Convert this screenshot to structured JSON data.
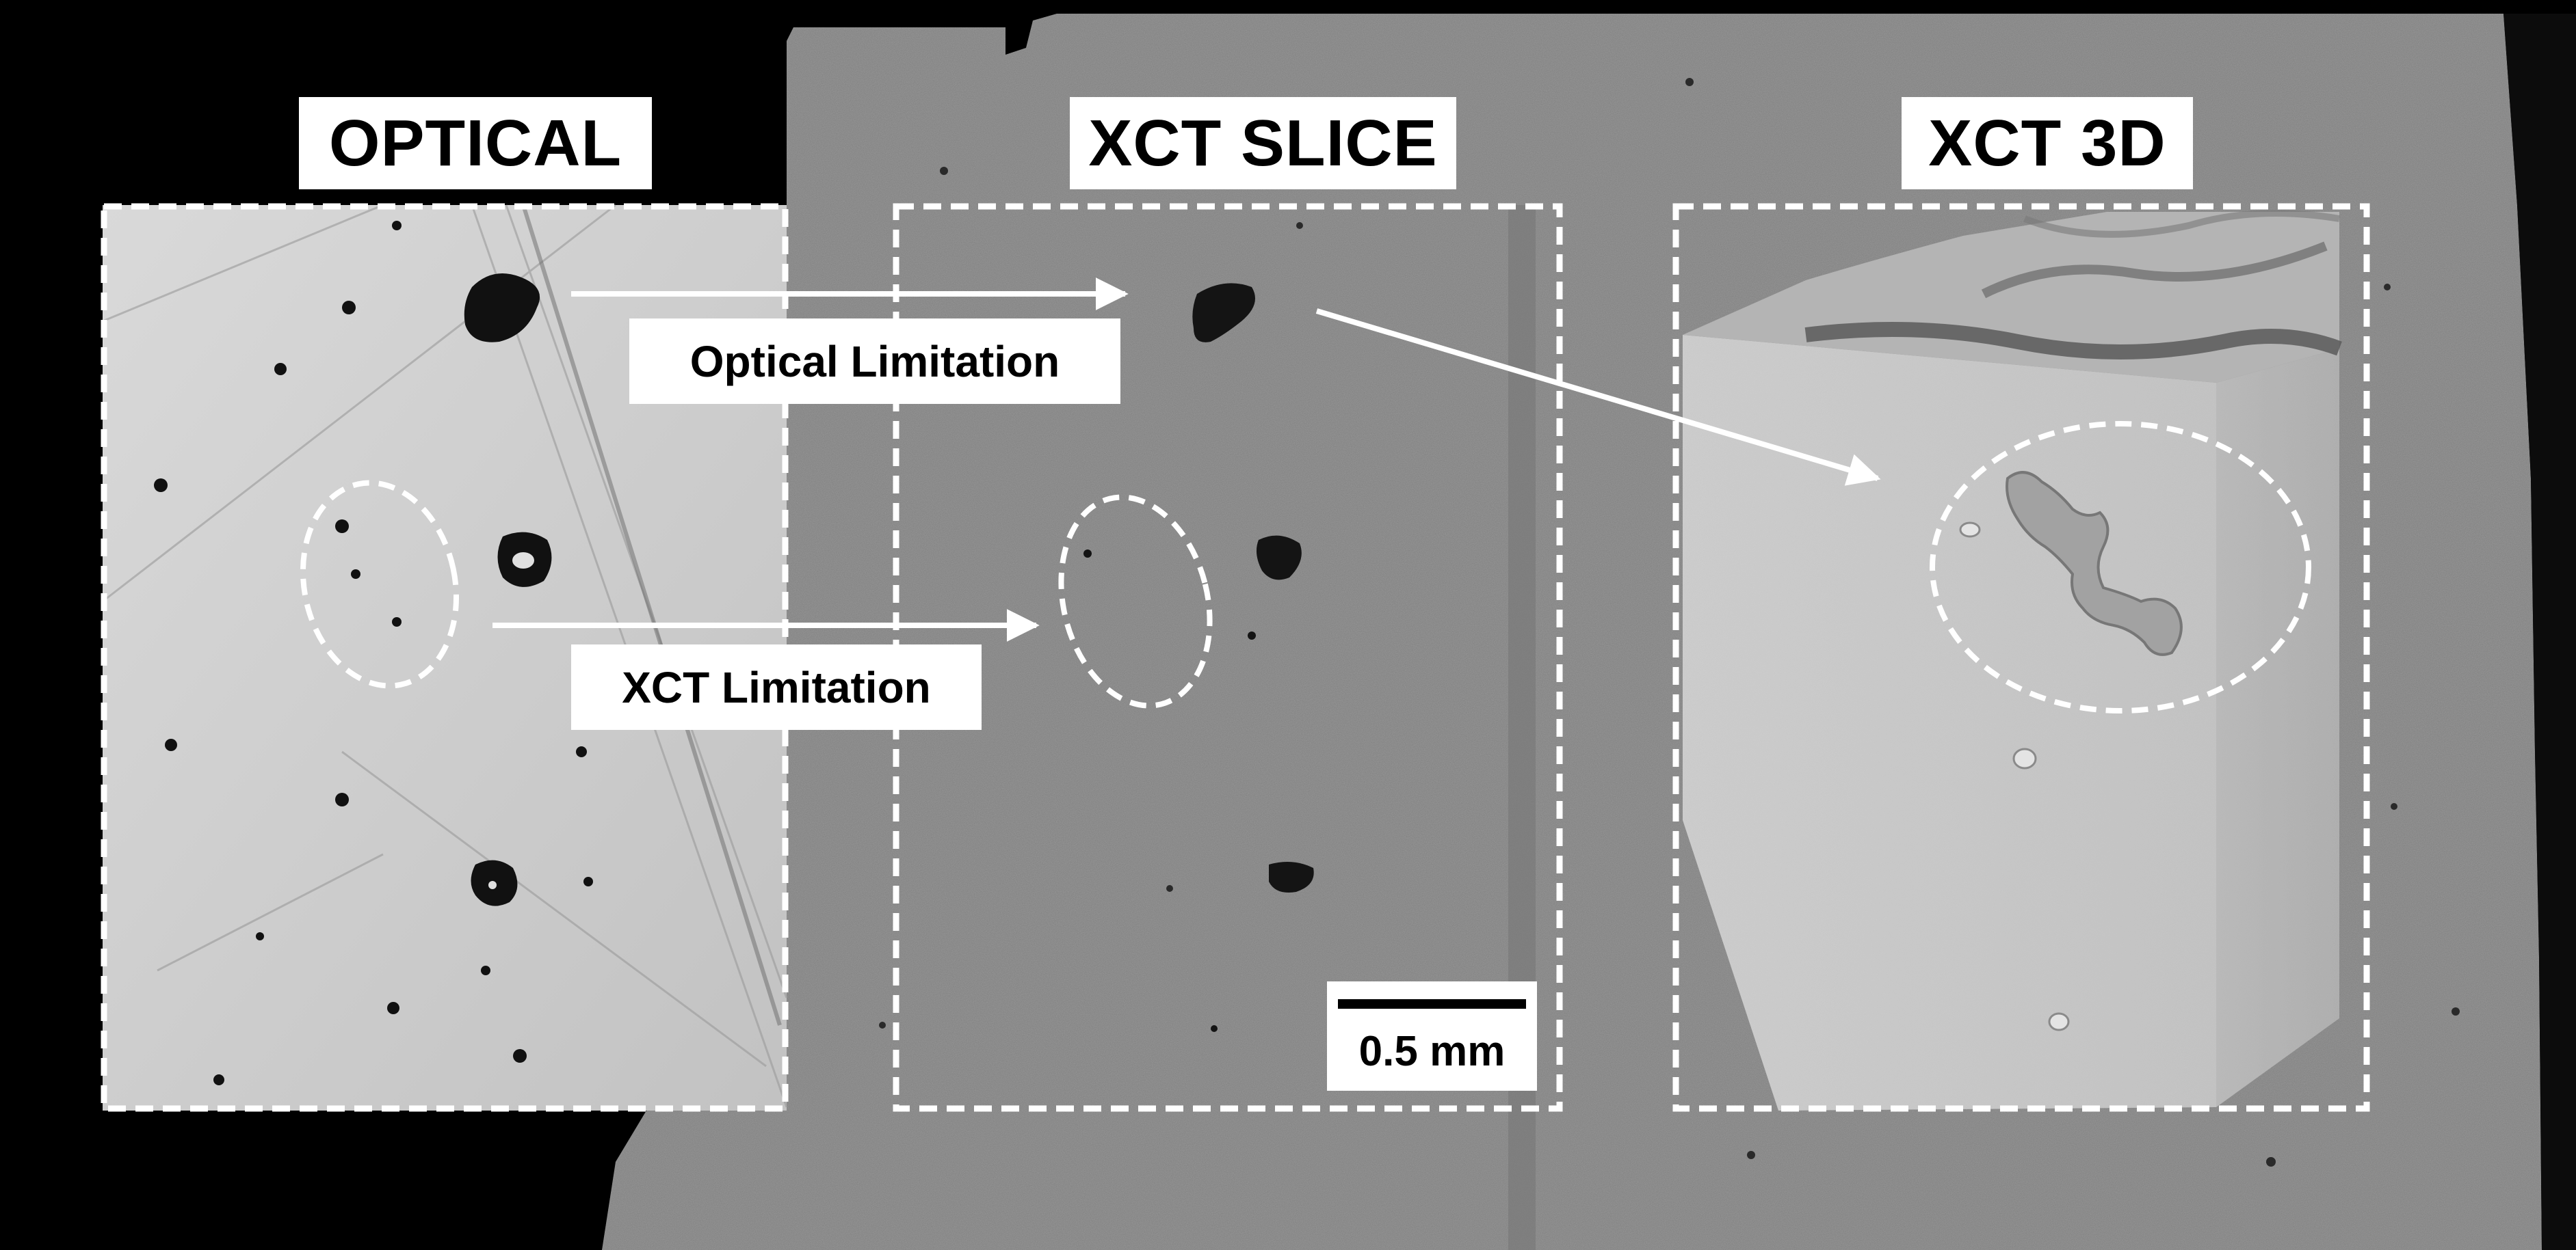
{
  "panels": {
    "optical": {
      "title": "OPTICAL"
    },
    "xct_slice": {
      "title": "XCT SLICE"
    },
    "xct_3d": {
      "title": "XCT 3D"
    }
  },
  "callouts": {
    "optical_limitation": "Optical Limitation",
    "xct_limitation": "XCT Limitation"
  },
  "scale_bar": {
    "label": "0.5 mm"
  },
  "colors": {
    "background_black": "#000000",
    "xct_gray": "#7f7f7f",
    "optical_gray": "#cfcfcf",
    "xct3d_surface": "#c9c9c9",
    "annotation_white": "#ffffff"
  }
}
